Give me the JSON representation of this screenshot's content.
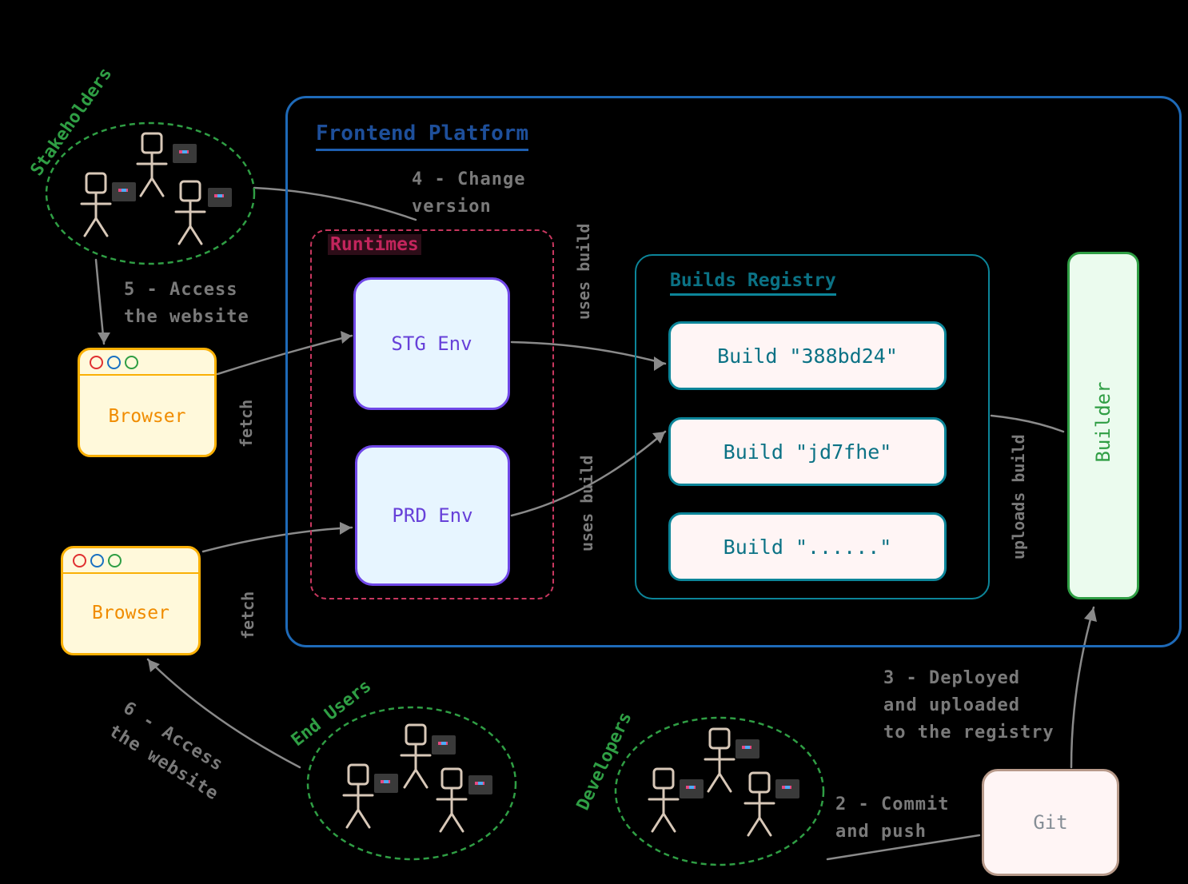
{
  "platform": {
    "title": "Frontend Platform"
  },
  "runtimes": {
    "title": "Runtimes",
    "envs": [
      "STG Env",
      "PRD Env"
    ]
  },
  "registry": {
    "title": "Builds Registry",
    "builds": [
      "Build \"388bd24\"",
      "Build \"jd7fhe\"",
      "Build \"......\""
    ]
  },
  "builder": {
    "label": "Builder"
  },
  "browsers": [
    "Browser",
    "Browser"
  ],
  "git": {
    "label": "Git"
  },
  "groups": {
    "stakeholders": "Stakeholders",
    "end_users": "End Users",
    "developers": "Developers"
  },
  "notes": {
    "step4": "4 - Change\nversion",
    "step5": "5 - Access\nthe website",
    "step3": "3 - Deployed\nand uploaded\nto the registry",
    "step2": "2 - Commit\nand push",
    "step6": "6 - Access\nthe website",
    "stg_arrow": "uses build",
    "prd_arrow": "uses build",
    "browser1_arrow": "fetch",
    "browser2_arrow": "fetch",
    "builder_arrow": "uploads build"
  },
  "colors": {
    "platform": "#1e6ab8",
    "runtimes": "#c8375f",
    "env": "#7048e8",
    "registry": "#0c8599",
    "builder": "#2f9e44",
    "browser": "#fab005",
    "groups": "#2f9e44"
  }
}
